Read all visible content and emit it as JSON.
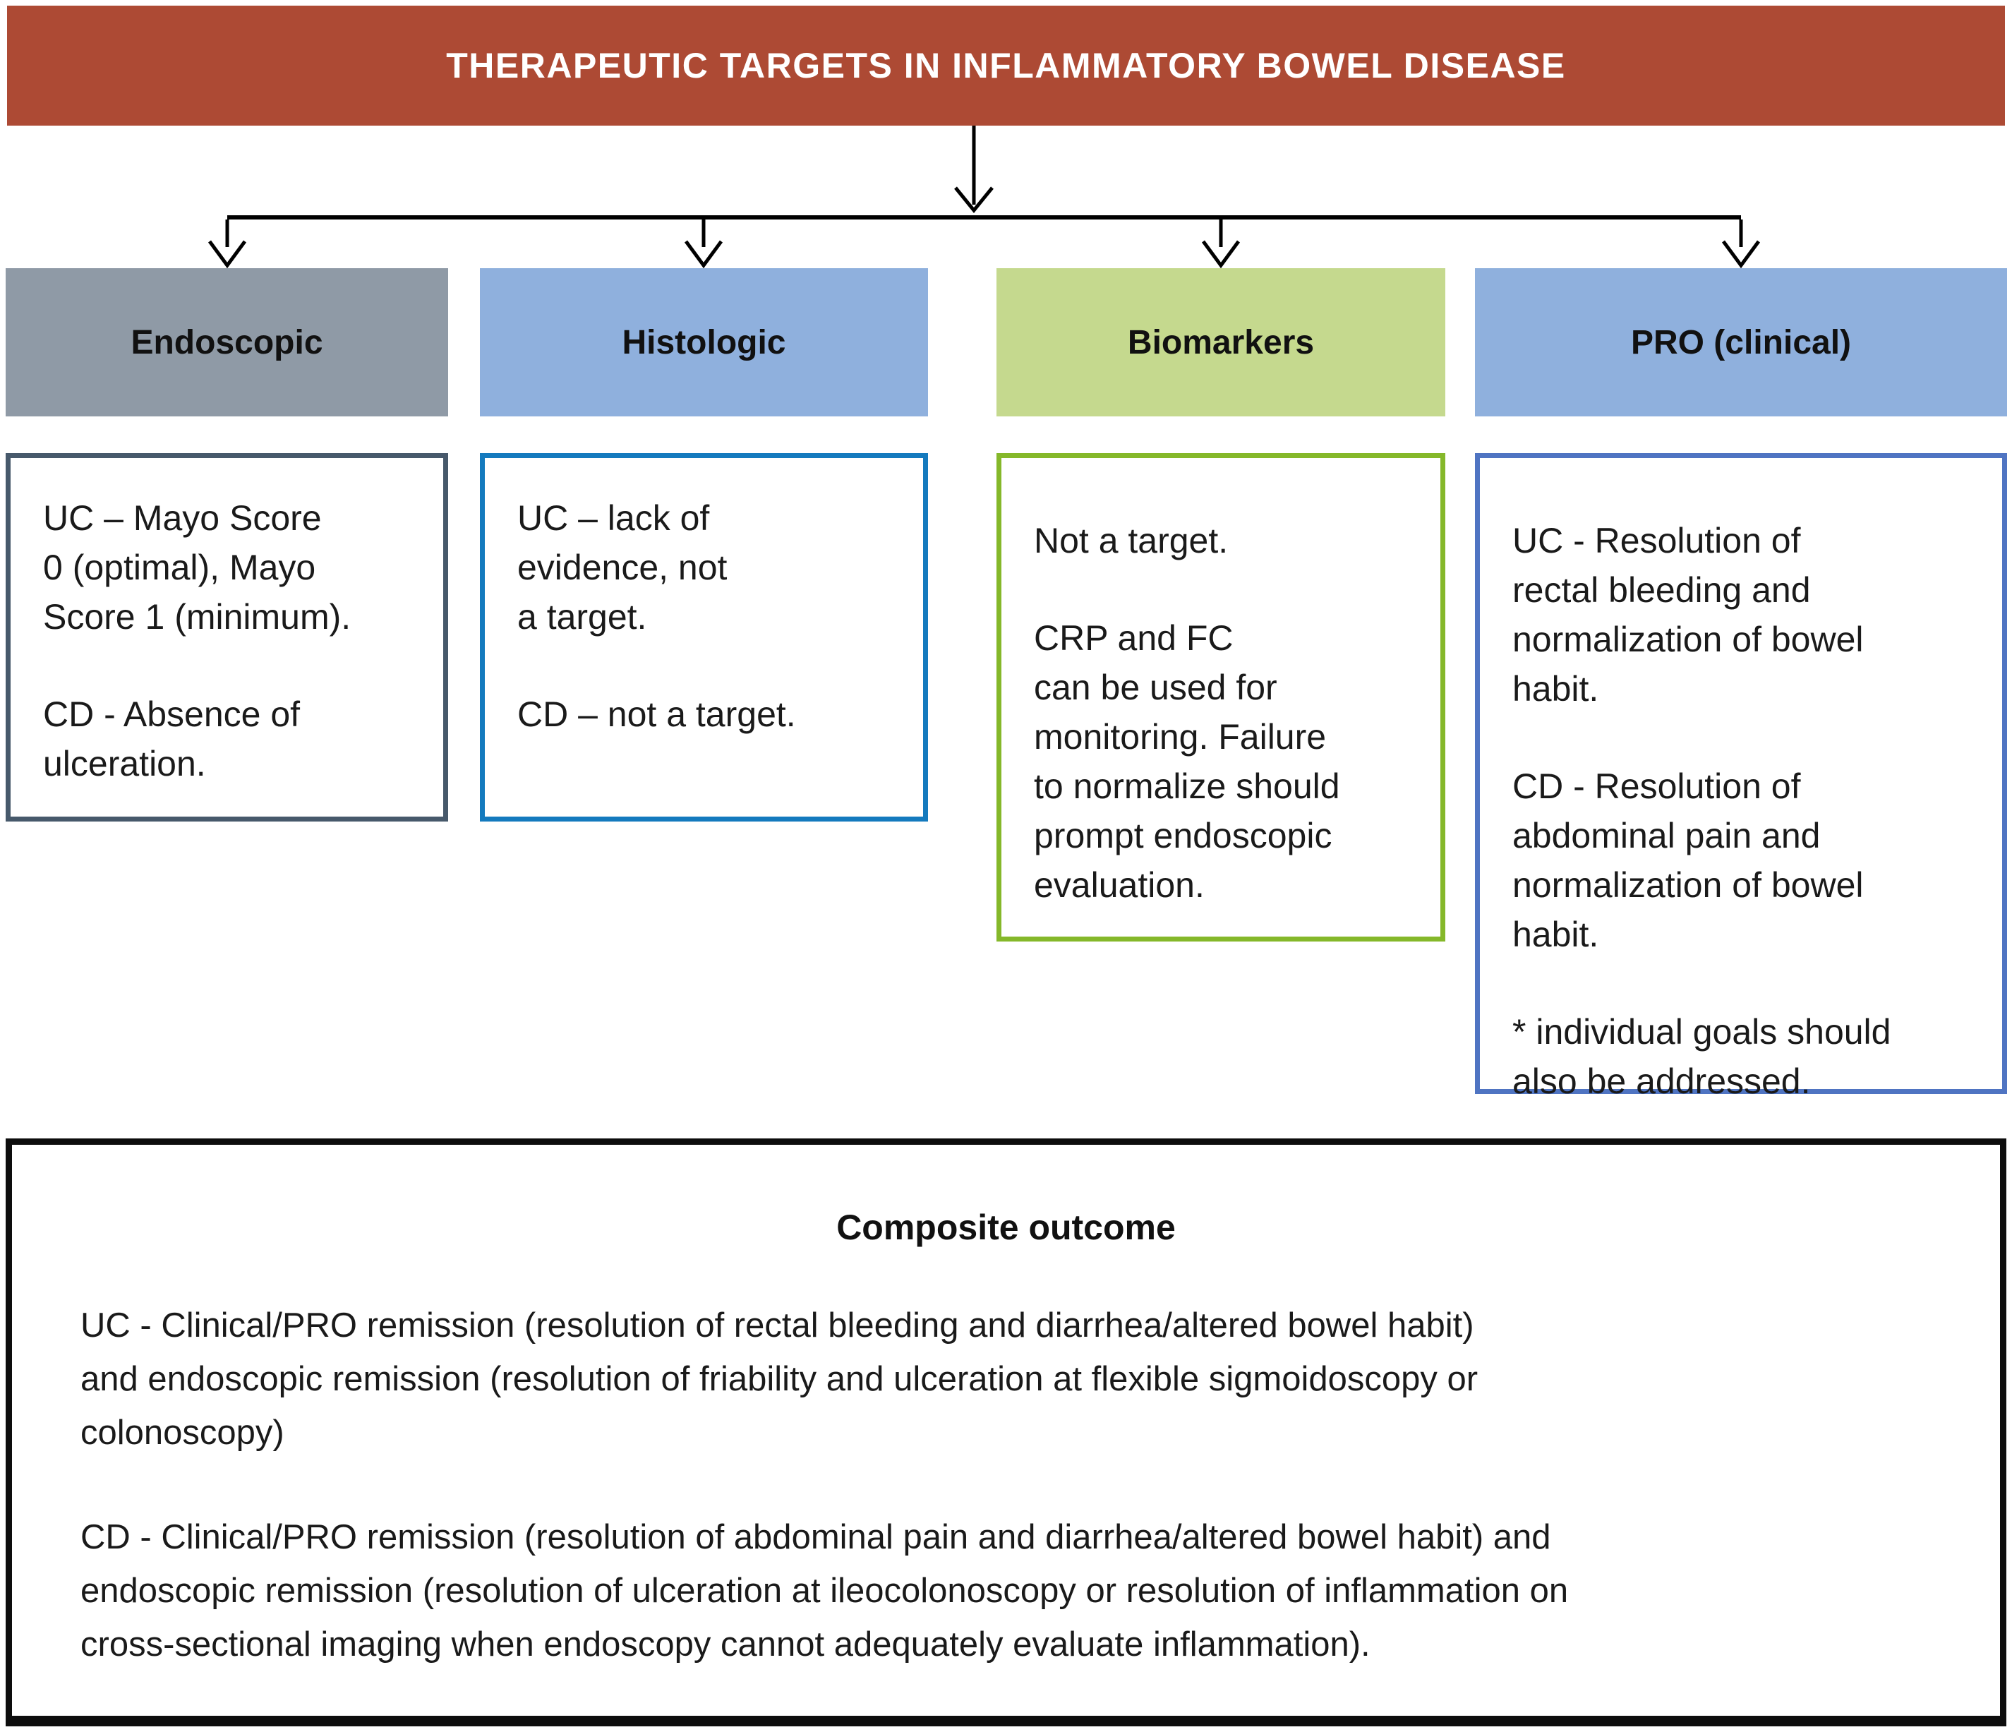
{
  "banner": {
    "title": "THERAPEUTIC TARGETS IN INFLAMMATORY BOWEL DISEASE",
    "bg": "#AD4A34",
    "text_color": "#FFFFFF"
  },
  "connector": {
    "color": "#000000"
  },
  "columns": [
    {
      "id": "endoscopic",
      "header": "Endoscopic",
      "header_bg": "#8F9AA6",
      "border": "#47596B",
      "paragraphs": [
        "UC – Mayo Score\n0 (optimal), Mayo\nScore 1 (minimum).",
        "CD - Absence of\nulceration."
      ]
    },
    {
      "id": "histologic",
      "header": "Histologic",
      "header_bg": "#8FB0DD",
      "border": "#147ABE",
      "paragraphs": [
        "UC – lack of\nevidence, not\na target.",
        "CD – not a target."
      ]
    },
    {
      "id": "biomarkers",
      "header": "Biomarkers",
      "header_bg": "#C5D98E",
      "border": "#85B82A",
      "paragraphs": [
        "Not a target.",
        "CRP and FC\ncan be used for\nmonitoring. Failure\nto normalize should\nprompt endoscopic\nevaluation."
      ]
    },
    {
      "id": "pro-clinical",
      "header": "PRO (clinical)",
      "header_bg": "#8FB0DD",
      "border": "#4F74C2",
      "paragraphs": [
        "UC - Resolution of\nrectal bleeding and\nnormalization of bowel\nhabit.",
        "CD - Resolution of\nabdominal pain and\nnormalization of bowel\nhabit.",
        "* individual goals should\nalso be addressed."
      ]
    }
  ],
  "composite": {
    "title": "Composite outcome",
    "border_color": "#0D0D0D",
    "paragraphs": [
      "UC - Clinical/PRO remission (resolution of rectal bleeding and diarrhea/altered bowel habit)\nand endoscopic remission (resolution of friability and ulceration at flexible sigmoidoscopy or\ncolonoscopy)",
      "CD - Clinical/PRO remission (resolution of abdominal pain and diarrhea/altered bowel habit) and\nendoscopic remission (resolution of ulceration at ileocolonoscopy or resolution of inflammation on\ncross-sectional imaging when endoscopy cannot adequately evaluate inflammation)."
    ]
  }
}
